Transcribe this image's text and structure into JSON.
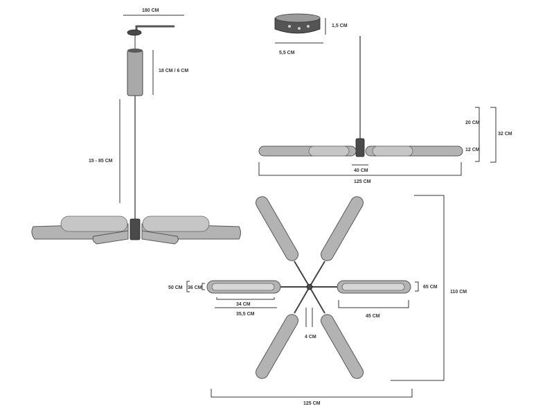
{
  "colors": {
    "line": "#333333",
    "arm_fill": "#b3b3b3",
    "metal": "#4a4a4a",
    "background": "#ffffff"
  },
  "dimensions": {
    "top_bracket_width": "180 CM",
    "canopy_height": "18 CM / 6 CM",
    "suspension_length": "15 - 85 CM",
    "canopy_thickness": "1,5 CM",
    "canopy_diameter": "5,5 CM",
    "body_height": "20 CM",
    "total_height": "32 CM",
    "arm_height": "12 CM",
    "center_width": "40 CM",
    "side_total_width": "125 CM",
    "arm_outer_width": "50 CM",
    "arm_inner_width": "36 CM",
    "diffuser_length": "34 CM",
    "arm_length_left": "35,5 CM",
    "arm_thickness": "4 CM",
    "arm_length_right": "45 CM",
    "arm_right_width": "65 CM",
    "top_total_height": "110 CM",
    "top_total_width": "125 CM"
  }
}
